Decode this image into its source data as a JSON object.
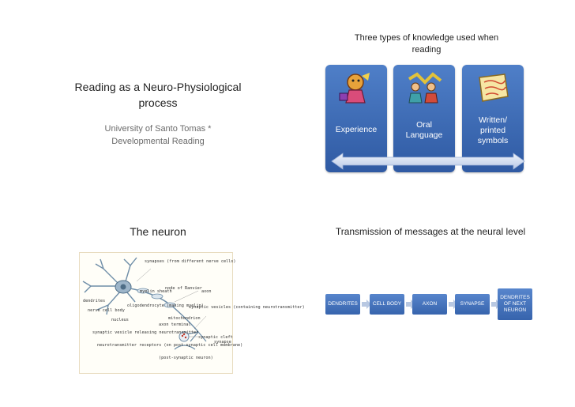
{
  "slide1": {
    "title": "Reading as a Neuro-Physiological process",
    "subtitle": "University of Santo Tomas * Developmental Reading"
  },
  "slide2": {
    "title": "Three types of knowledge used when reading",
    "boxes": [
      {
        "label": "Experience",
        "icon": "clipart-person-with-briefcase-icon"
      },
      {
        "label": "Oral Language",
        "icon": "clipart-people-talking-icon"
      },
      {
        "label": "Written/ printed symbols",
        "icon": "clipart-paper-scroll-icon"
      }
    ],
    "accent": "#3b6ab3"
  },
  "slide3": {
    "title": "The neuron",
    "labels": {
      "synapses": "synapses (from different nerve cells)",
      "myelin": "myelin sheath",
      "ranvier": "node of Ranvier",
      "axon": "axon",
      "dendrites": "dendrites",
      "cellbody": "nerve cell body",
      "oligo": "oligodendrocyte (making myelin)",
      "vesicles": "synaptic vesicles (containing neurotransmitter)",
      "nucleus": "nucleus",
      "mito": "mitochondrion",
      "terminal": "axon terminal",
      "release": "synaptic vesicle releasing neurotransmitter",
      "cleft": "synaptic cleft",
      "synapse": "synapse",
      "receptors": "neurotransmitter receptors (on post-synaptic cell membrane)",
      "postsyn": "(post-synaptic neuron)"
    }
  },
  "slide4": {
    "title": "Transmission of messages at the neural level",
    "steps": [
      "DENDRITES",
      "CELL BODY",
      "AXON",
      "SYNAPSE",
      "DENDRITES OF NEXT NEURON"
    ]
  }
}
